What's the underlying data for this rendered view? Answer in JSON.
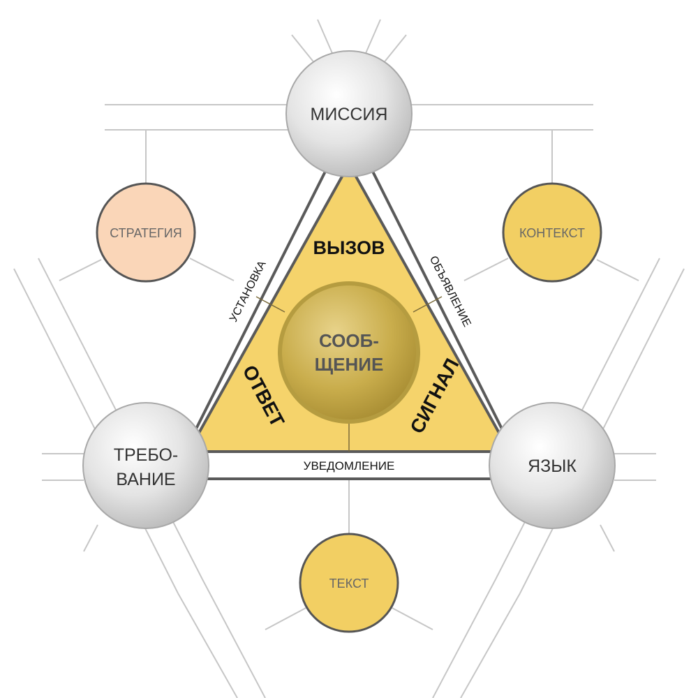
{
  "nodes": {
    "mission": "МИССИЯ",
    "requirement_line1": "ТРЕБО-",
    "requirement_line2": "ВАНИЕ",
    "language": "ЯЗЫК",
    "strategy": "СТРАТЕГИЯ",
    "context": "КОНТЕКСТ",
    "text": "ТЕКСТ",
    "message_line1": "СООБ-",
    "message_line2": "ЩЕНИЕ"
  },
  "triangle": {
    "call": "ВЫЗОВ",
    "answer": "ОТВЕТ",
    "signal": "СИГНАЛ"
  },
  "edges": {
    "installation": "УСТАНОВКА",
    "announcement": "ОБЪЯВЛЕНИЕ",
    "notification": "УВЕДОМЛЕНИЕ"
  },
  "colors": {
    "triangle_fill": "#f5d36b",
    "gold_node": "#f2cf63",
    "peach_node": "#fad6b8",
    "gray_node": "#d9d9d9",
    "center_node": "#c4a84a",
    "line": "#bdbdbd",
    "band_stroke": "#585858"
  }
}
